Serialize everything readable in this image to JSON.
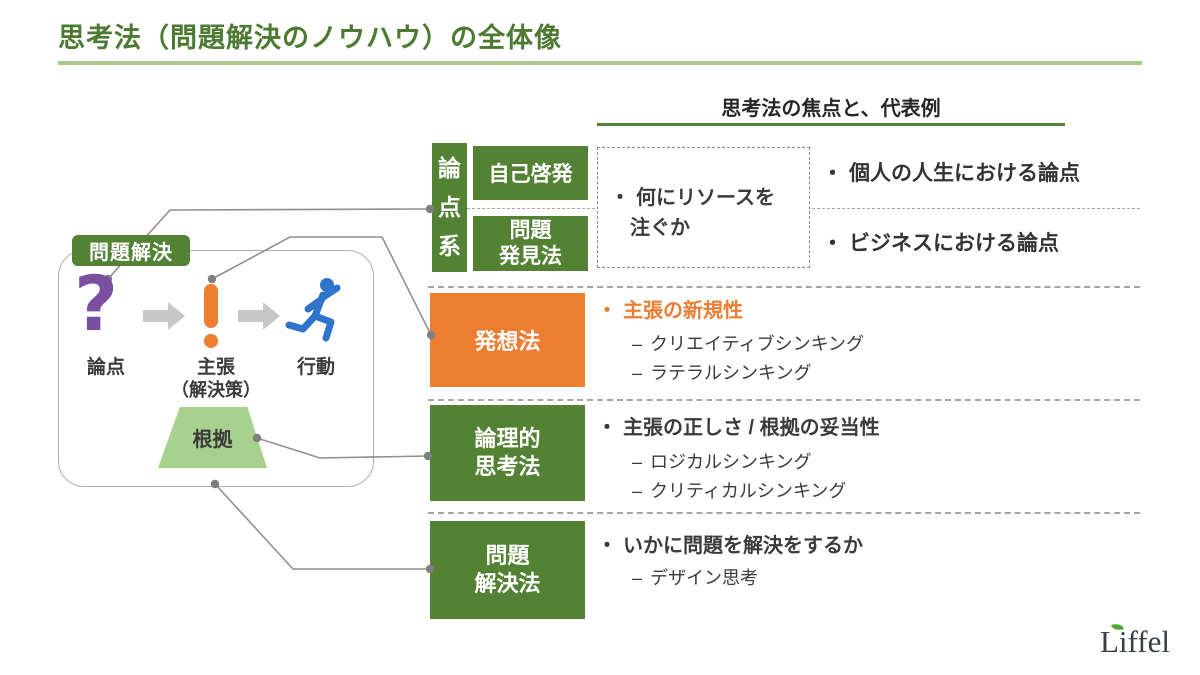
{
  "title": "思考法（問題解決のノウハウ）の全体像",
  "focus_header": "思考法の焦点と、代表例",
  "markers": {
    "bullet": "・",
    "dash": "–"
  },
  "diagram": {
    "badge": "問題解決",
    "steps": [
      {
        "icon": "question-mark-icon",
        "label": "論点"
      },
      {
        "icon": "exclamation-mark-icon",
        "label": "主張",
        "sublabel": "（解決策）"
      },
      {
        "icon": "running-person-icon",
        "label": "行動"
      }
    ],
    "evidence_label": "根拠"
  },
  "sections": {
    "ronten": {
      "tab_vertical": "論点系",
      "box_top": "自己啓発",
      "box_bottom_lines": [
        "問題",
        "発見法"
      ],
      "focus_lines": [
        "何にリソースを",
        "注ぐか"
      ],
      "bullet_top": "個人の人生における論点",
      "bullet_bottom": "ビジネスにおける論点"
    },
    "hassou": {
      "box": "発想法",
      "head": "主張の新規性",
      "items": [
        "クリエイティブシンキング",
        "ラテラルシンキング"
      ]
    },
    "ronri": {
      "box_lines": [
        "論理的",
        "思考法"
      ],
      "head": "主張の正しさ / 根拠の妥当性",
      "items": [
        "ロジカルシンキング",
        "クリティカルシンキング"
      ]
    },
    "mondai": {
      "box_lines": [
        "問題",
        "解決法"
      ],
      "head": "いかに問題を解決をするか",
      "items": [
        "デザイン思考"
      ]
    }
  },
  "logo": {
    "text": "Liffel"
  },
  "colors": {
    "green": "#548235",
    "title_green": "#4c7a31",
    "pale_green_rule": "#a9c98c",
    "orange": "#ed7d31",
    "purple": "#7b4fa0",
    "blue": "#2e74cc",
    "light_green": "#a9d18e",
    "connector_gray": "#8f8f8f",
    "text_dark": "#3b3b3b"
  }
}
